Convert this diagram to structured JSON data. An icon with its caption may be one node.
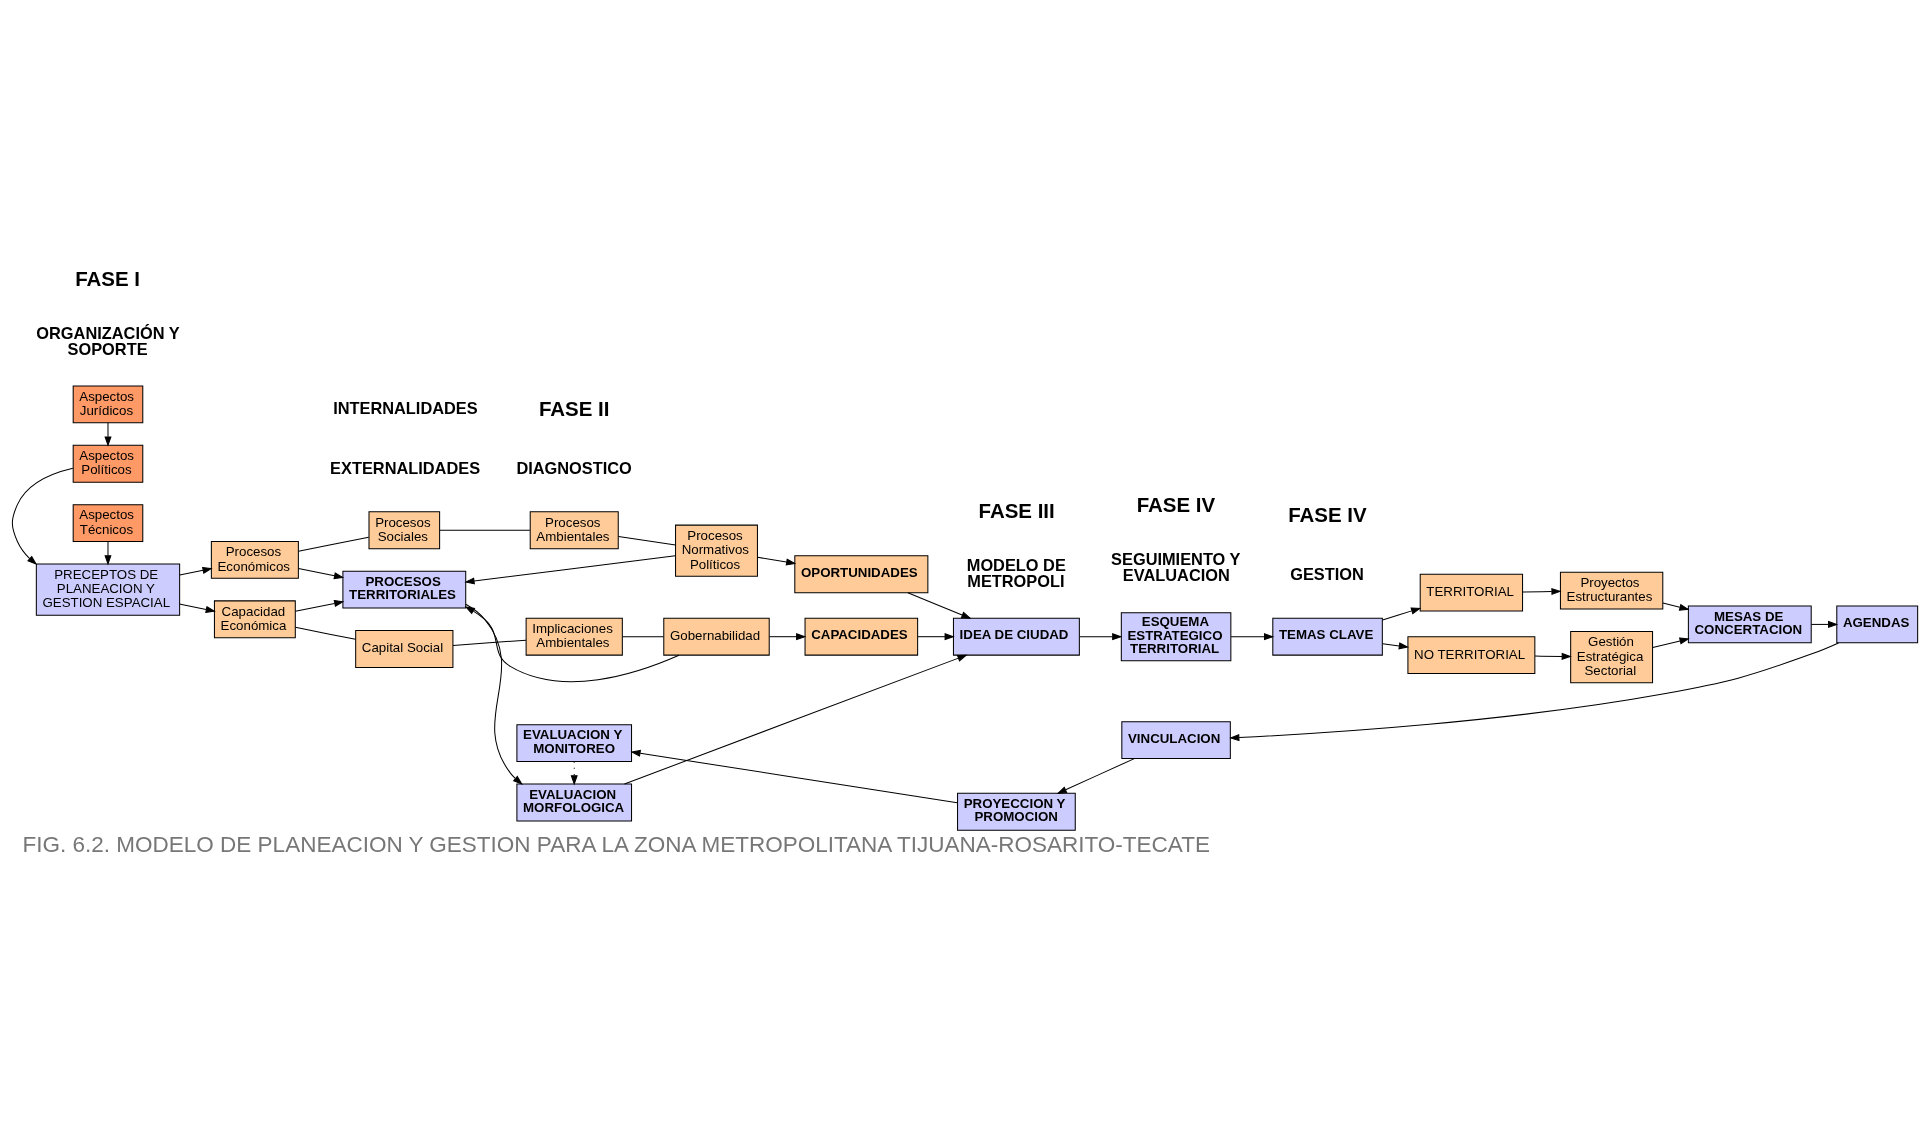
{
  "diagram": {
    "caption": "FIG. 6.2. MODELO DE PLANEACION Y GESTION PARA LA ZONA METROPOLITANA TIJUANA-ROSARITO-TECATE",
    "nodes": [
      {
        "text": [
          "Aspectos Jurídicos"
        ]
      },
      {
        "text": [
          "Aspectos Políticos"
        ]
      },
      {
        "text": [
          "PRECEPTOS DE PLANEACION Y GESTION ESPACIAL"
        ]
      },
      {
        "text": [
          "Aspectos Técnicos"
        ]
      },
      {
        "text": [
          "Procesos Económicos"
        ]
      },
      {
        "text": [
          "Procesos Sociales"
        ]
      },
      {
        "text": [
          "Procesos Ambientales"
        ]
      },
      {
        "text": [
          "Procesos Normativos Políticos"
        ]
      },
      {
        "text": [
          "PROCESOS TERRITORIALES"
        ]
      },
      {
        "text": [
          "EVALUACION MORFOLOGICA"
        ]
      },
      {
        "text": [
          "Capacidad Económica"
        ]
      },
      {
        "text": [
          "Capital Social"
        ]
      },
      {
        "text": [
          "Implicaciones Ambientales"
        ]
      },
      {
        "text": [
          "Gobernabilidad"
        ]
      },
      {
        "text": [
          "OPORTUNIDADES"
        ]
      },
      {
        "text": [
          "IDEA DE CIUDAD"
        ]
      },
      {
        "text": [
          "CAPACIDADES"
        ]
      },
      {
        "text": [
          "ESQUEMA ESTRATEGICO TERRITORIAL"
        ]
      },
      {
        "text": [
          "TEMAS CLAVE"
        ]
      },
      {
        "text": [
          "TERRITORIAL"
        ]
      },
      {
        "text": [
          "NO TERRITORIAL"
        ]
      },
      {
        "text": [
          "Proyectos Estructurantes"
        ]
      },
      {
        "text": [
          "Gestión Estratégica Sectorial"
        ]
      },
      {
        "text": [
          "MESAS DE CONCERTACION"
        ]
      },
      {
        "text": [
          "AGENDAS"
        ]
      },
      {
        "text": [
          "VINCULACION"
        ]
      },
      {
        "text": [
          "PROYECCION Y PROMOCION"
        ]
      },
      {
        "text": [
          "EVALUACION Y MONITOREO"
        ]
      }
    ],
    "edges": [
      {
        "from": 0,
        "to": 1,
        "arrow": "to"
      },
      {
        "from": 1,
        "to": 2,
        "arrow": "to"
      },
      {
        "from": 3,
        "to": 2,
        "arrow": "to"
      },
      {
        "from": 2,
        "to": 4,
        "arrow": "to"
      },
      {
        "from": 2,
        "to": 10,
        "arrow": "to"
      },
      {
        "from": 4,
        "to": 5,
        "arrow": "none"
      },
      {
        "from": 5,
        "to": 6,
        "arrow": "none"
      },
      {
        "from": 6,
        "to": 7,
        "arrow": "none"
      },
      {
        "from": 10,
        "to": 11,
        "arrow": "none"
      },
      {
        "from": 11,
        "to": 12,
        "arrow": "none"
      },
      {
        "from": 12,
        "to": 13,
        "arrow": "none"
      },
      {
        "from": 4,
        "to": 8,
        "arrow": "to"
      },
      {
        "from": 7,
        "to": 8,
        "arrow": "to"
      },
      {
        "from": 10,
        "to": 8,
        "arrow": "to"
      },
      {
        "from": 13,
        "to": 8,
        "arrow": "to"
      },
      {
        "from": 7,
        "to": 14,
        "arrow": "to"
      },
      {
        "from": 13,
        "to": 16,
        "arrow": "to"
      },
      {
        "from": 8,
        "to": 9,
        "arrow": "to"
      },
      {
        "from": 9,
        "to": 15,
        "arrow": "to"
      },
      {
        "from": 14,
        "to": 15,
        "arrow": "to"
      },
      {
        "from": 16,
        "to": 15,
        "arrow": "to"
      },
      {
        "from": 15,
        "to": 17,
        "arrow": "to"
      },
      {
        "from": 17,
        "to": 18,
        "arrow": "to"
      },
      {
        "from": 18,
        "to": 19,
        "arrow": "to"
      },
      {
        "from": 18,
        "to": 20,
        "arrow": "to"
      },
      {
        "from": 19,
        "to": 21,
        "arrow": "to"
      },
      {
        "from": 20,
        "to": 22,
        "arrow": "to"
      },
      {
        "from": 21,
        "to": 23,
        "arrow": "to"
      },
      {
        "from": 22,
        "to": 23,
        "arrow": "to"
      },
      {
        "from": 23,
        "to": 24,
        "arrow": "to"
      },
      {
        "from": 24,
        "to": 25,
        "arrow": "to"
      },
      {
        "from": 25,
        "to": 26,
        "arrow": "to"
      },
      {
        "from": 26,
        "to": 27,
        "arrow": "to"
      },
      {
        "from": 27,
        "to": 9,
        "arrow": "to",
        "style": "dashed"
      }
    ],
    "labels": [
      "FASE I",
      "ORGANIZACIÓN Y SOPORTE",
      "FASE II",
      "DIAGNOSTICO",
      "FASE III",
      "MODELO DE METROPOLI",
      "FASE IV",
      "GESTION",
      "EXTERNALIDADES",
      "INTERNALIDADES",
      "FASE IV",
      "SEGUIMIENTO Y EVALUACION"
    ]
  }
}
